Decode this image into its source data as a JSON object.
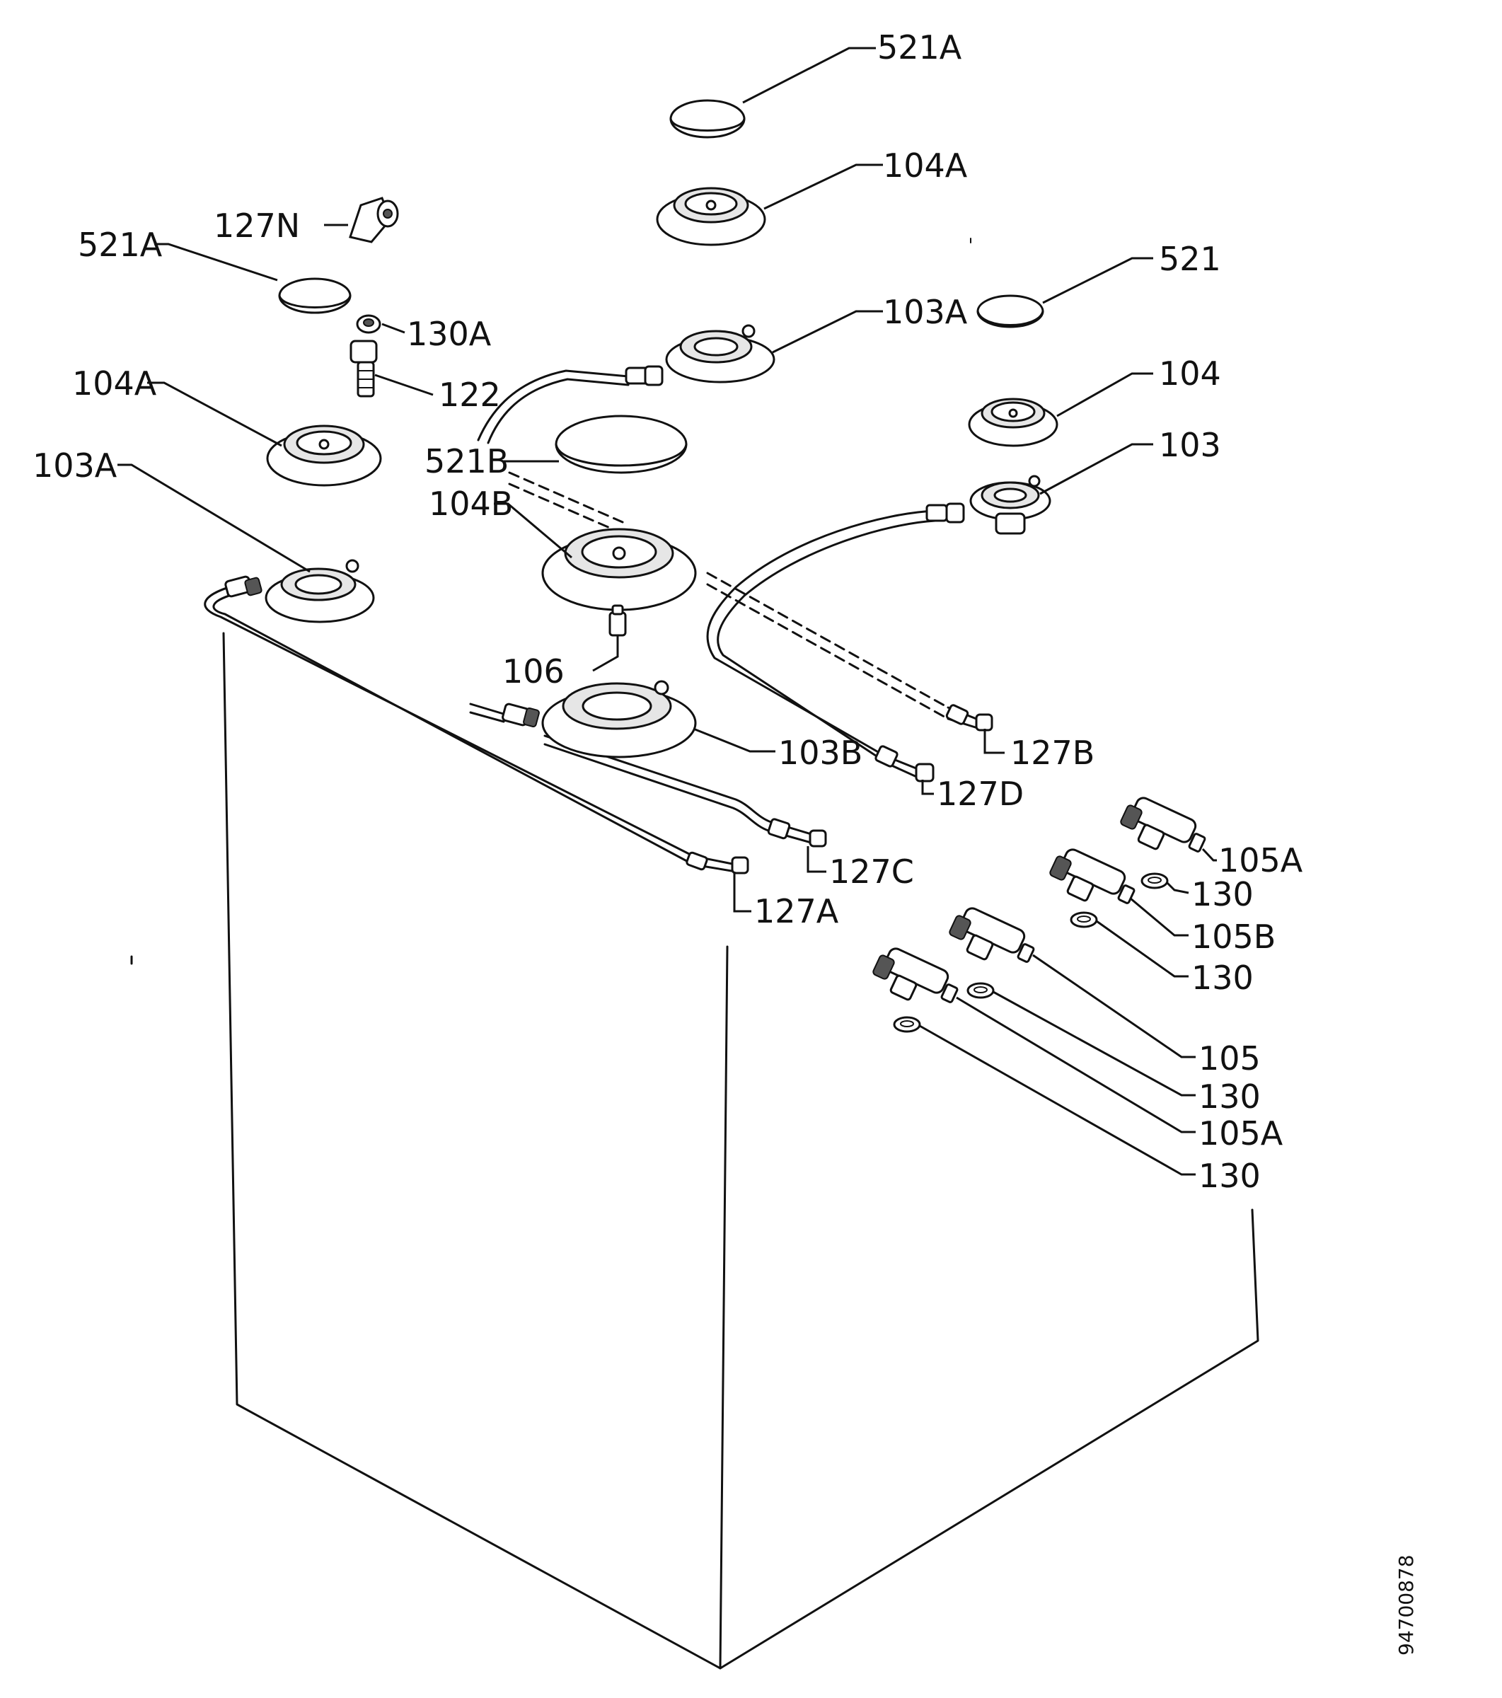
{
  "labels": {
    "l01": "521A",
    "l02": "104A",
    "l03": "127N",
    "l04": "521A",
    "l05": "521",
    "l06": "130A",
    "l07": "103A",
    "l08": "122",
    "l09": "104A",
    "l10": "104",
    "l11": "521B",
    "l12": "103",
    "l13": "103A",
    "l14": "104B",
    "l15": "106",
    "l16": "127B",
    "l17": "103B",
    "l18": "127D",
    "l19": "127C",
    "l20": "127A",
    "l21": "105A",
    "l22": "130",
    "l23": "105B",
    "l24": "130",
    "l25": "105",
    "l26": "130",
    "l27": "105A",
    "l28": "130"
  },
  "doc_id": "94700878"
}
